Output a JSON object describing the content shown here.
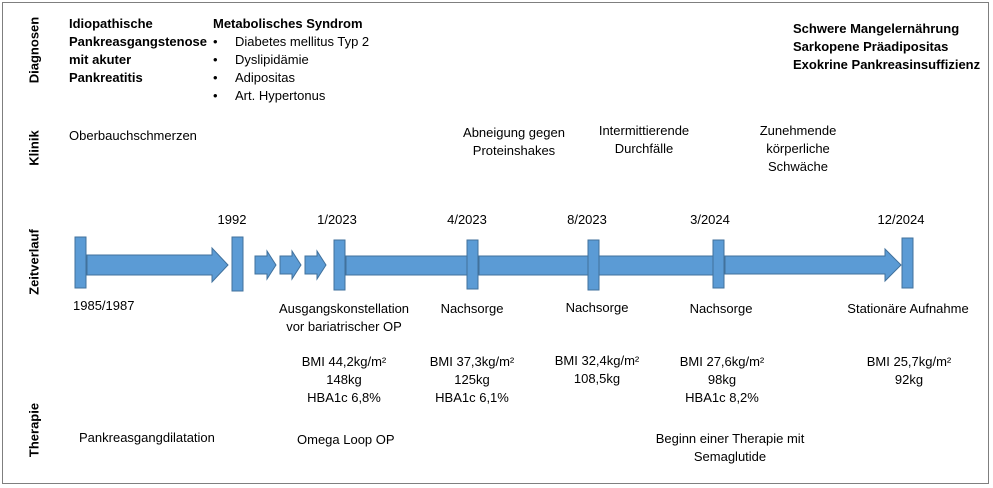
{
  "side_labels": {
    "diagnosen": "Diagnosen",
    "klinik": "Klinik",
    "zeitverlauf": "Zeitverlauf",
    "therapie": "Therapie"
  },
  "diagnosen": {
    "pankreatitis": [
      "Idiopathische",
      "Pankreasgangstenose",
      "mit akuter",
      "Pankreatitis"
    ],
    "metabolisch": {
      "title": "Metabolisches Syndrom",
      "items": [
        "Diabetes mellitus Typ 2",
        "Dyslipidämie",
        "Adipositas",
        "Art. Hypertonus"
      ]
    },
    "spaet": [
      "Schwere Mangelernährung",
      "Sarkopene Präadipositas",
      "Exokrine Pankreasinsuffizienz"
    ]
  },
  "klinik": {
    "oberbauch": "Oberbauchschmerzen",
    "abneigung": [
      "Abneigung gegen",
      "Proteinshakes"
    ],
    "durchfaelle": [
      "Intermittierende",
      "Durchfälle"
    ],
    "schwaeche": [
      "Zunehmende",
      "körperliche",
      "Schwäche"
    ]
  },
  "timeline": {
    "dates_top": [
      "1992",
      "1/2023",
      "4/2023",
      "8/2023",
      "3/2024",
      "12/2024"
    ],
    "start_label": "1985/1987",
    "events": {
      "ausgang": [
        "Ausgangskonstellation",
        "vor bariatrischer OP"
      ],
      "nachsorge1": "Nachsorge",
      "nachsorge2": "Nachsorge",
      "nachsorge3": "Nachsorge",
      "stationaer": "Stationäre Aufnahme"
    },
    "color": "#5b9bd5",
    "stroke": "#41719c"
  },
  "measurements": {
    "m2023_1": [
      "BMI 44,2kg/m²",
      "148kg",
      "HBA1c 6,8%"
    ],
    "m2023_4": [
      "BMI 37,3kg/m²",
      "125kg",
      "HBA1c 6,1%"
    ],
    "m2023_8": [
      "BMI 32,4kg/m²",
      "108,5kg"
    ],
    "m2024_3": [
      "BMI 27,6kg/m²",
      "98kg",
      "HBA1c 8,2%"
    ],
    "m2024_12": [
      "BMI 25,7kg/m²",
      "92kg"
    ]
  },
  "therapie": {
    "dilatation": "Pankreasgangdilatation",
    "omega": "Omega Loop OP",
    "semaglutide": [
      "Beginn einer Therapie mit",
      "Semaglutide"
    ]
  }
}
